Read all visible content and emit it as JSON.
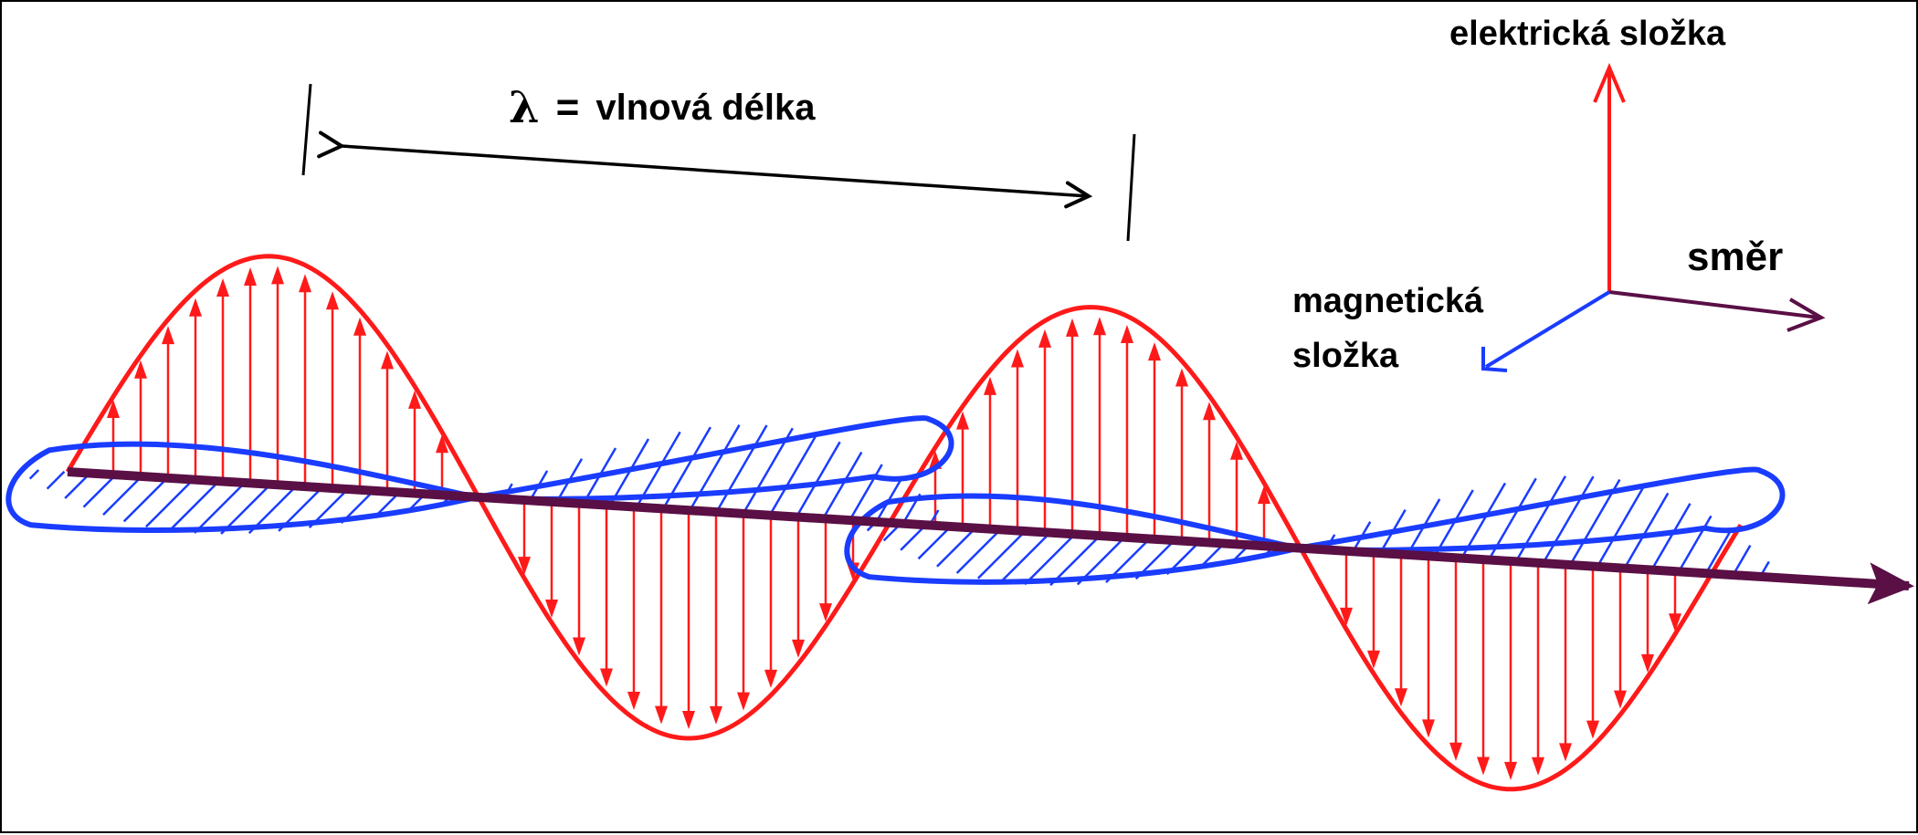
{
  "labels": {
    "lambda_symbol": "λ",
    "equals_sign": "=",
    "wavelength_text": "vlnová délka",
    "electric_component": "elektrická složka",
    "direction": "směr",
    "magnetic_component_line1": "magnetická",
    "magnetic_component_line2": "složka"
  },
  "colors": {
    "electric": "#ff1a1a",
    "magnetic": "#1a3cff",
    "propagation_axis": "#5a0f45",
    "annotation": "#000000"
  }
}
